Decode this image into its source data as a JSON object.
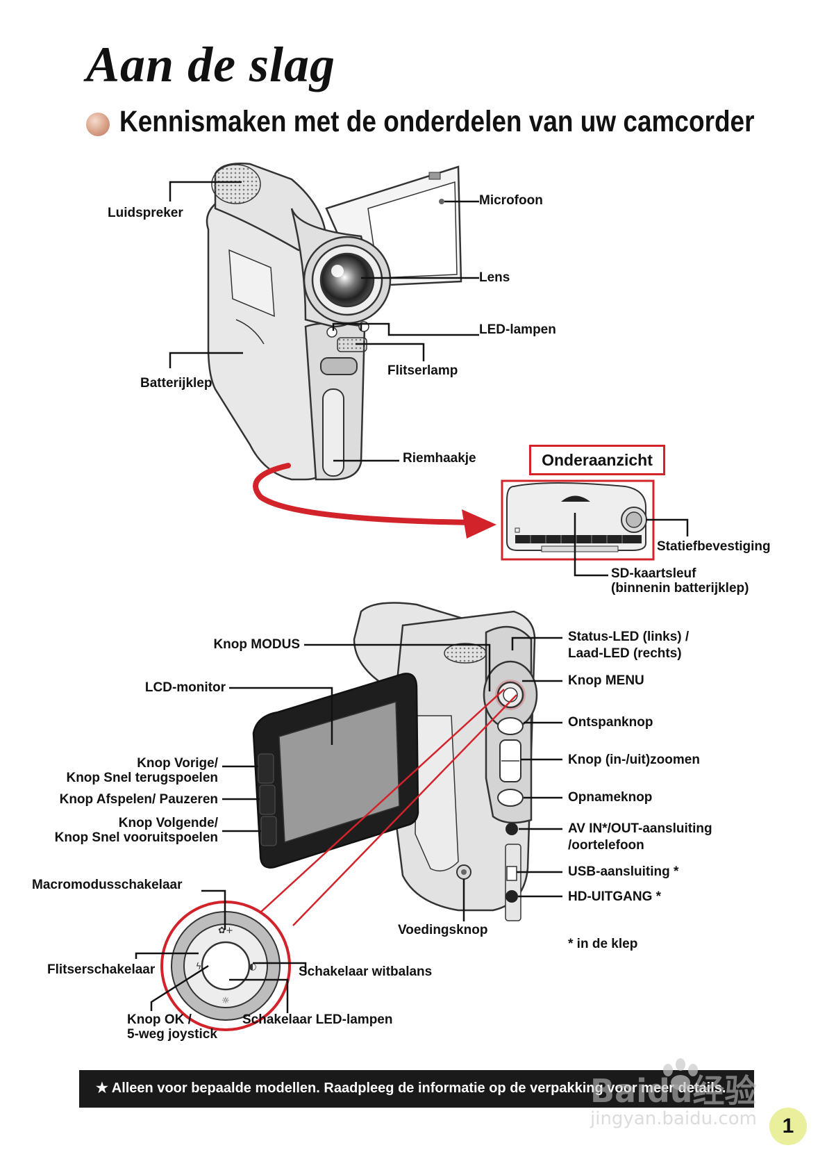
{
  "title": "Aan de slag",
  "subtitle": "Kennismaken met de onderdelen van uw camcorder",
  "top_labels": {
    "luidspreker": "Luidspreker",
    "microfoon": "Microfoon",
    "lens": "Lens",
    "led_lampen": "LED-lampen",
    "flitserlamp": "Flitserlamp",
    "batterijklep": "Batterijklep",
    "riemhaakje": "Riemhaakje"
  },
  "bottom_view": {
    "title": "Onderaanzicht",
    "statief": "Statiefbevestiging",
    "sd_line1": "SD-kaartsleuf",
    "sd_line2": "(binnenin batterijklep)"
  },
  "side_labels": {
    "knop_modus": "Knop MODUS",
    "lcd_monitor": "LCD-monitor",
    "vorige_1": "Knop Vorige/",
    "vorige_2": "Knop Snel terugspoelen",
    "afspelen": "Knop Afspelen/ Pauzeren",
    "volgende_1": "Knop Volgende/",
    "volgende_2": "Knop Snel vooruitspoelen",
    "macro": "Macromodusschakelaar",
    "flitser": "Flitserschakelaar",
    "witbalans": "Schakelaar witbalans",
    "ok_1": "Knop OK /",
    "ok_2": "5-weg joystick",
    "led_schakelaar": "Schakelaar LED-lampen",
    "voeding": "Voedingsknop",
    "status_1": "Status-LED (links) /",
    "status_2": "Laad-LED (rechts)",
    "menu": "Knop MENU",
    "ontspan": "Ontspanknop",
    "zoom": "Knop (in-/uit)zoomen",
    "opname": "Opnameknop",
    "av_1": "AV IN*/OUT-aansluiting",
    "av_2": "/oortelefoon",
    "usb": "USB-aansluiting *",
    "hd": "HD-UITGANG *",
    "klep_note": "* in de klep"
  },
  "footer": {
    "note": "★ Alleen voor bepaalde modellen. Raadpleeg de informatie op de verpakking voor meer details.",
    "page_number": "1",
    "watermark_main": "Baidu经验",
    "watermark_sub": "jingyan.baidu.com"
  },
  "colors": {
    "accent_red": "#d3232a",
    "footer_bg": "#1a1a1a",
    "page_badge": "#e9ef9a"
  }
}
